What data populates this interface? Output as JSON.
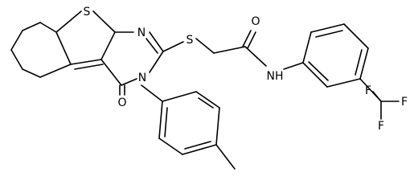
{
  "colors": {
    "background": "#ffffff",
    "ink": "#000000"
  },
  "atom_labels": {
    "s_thiophene": "S",
    "n_ring": "N",
    "n_substituted": "N",
    "s_thioether": "S",
    "o_ring": "O",
    "o_amide": "O",
    "nh": "NH",
    "f1": "F",
    "f2": "F",
    "f3": "F"
  }
}
